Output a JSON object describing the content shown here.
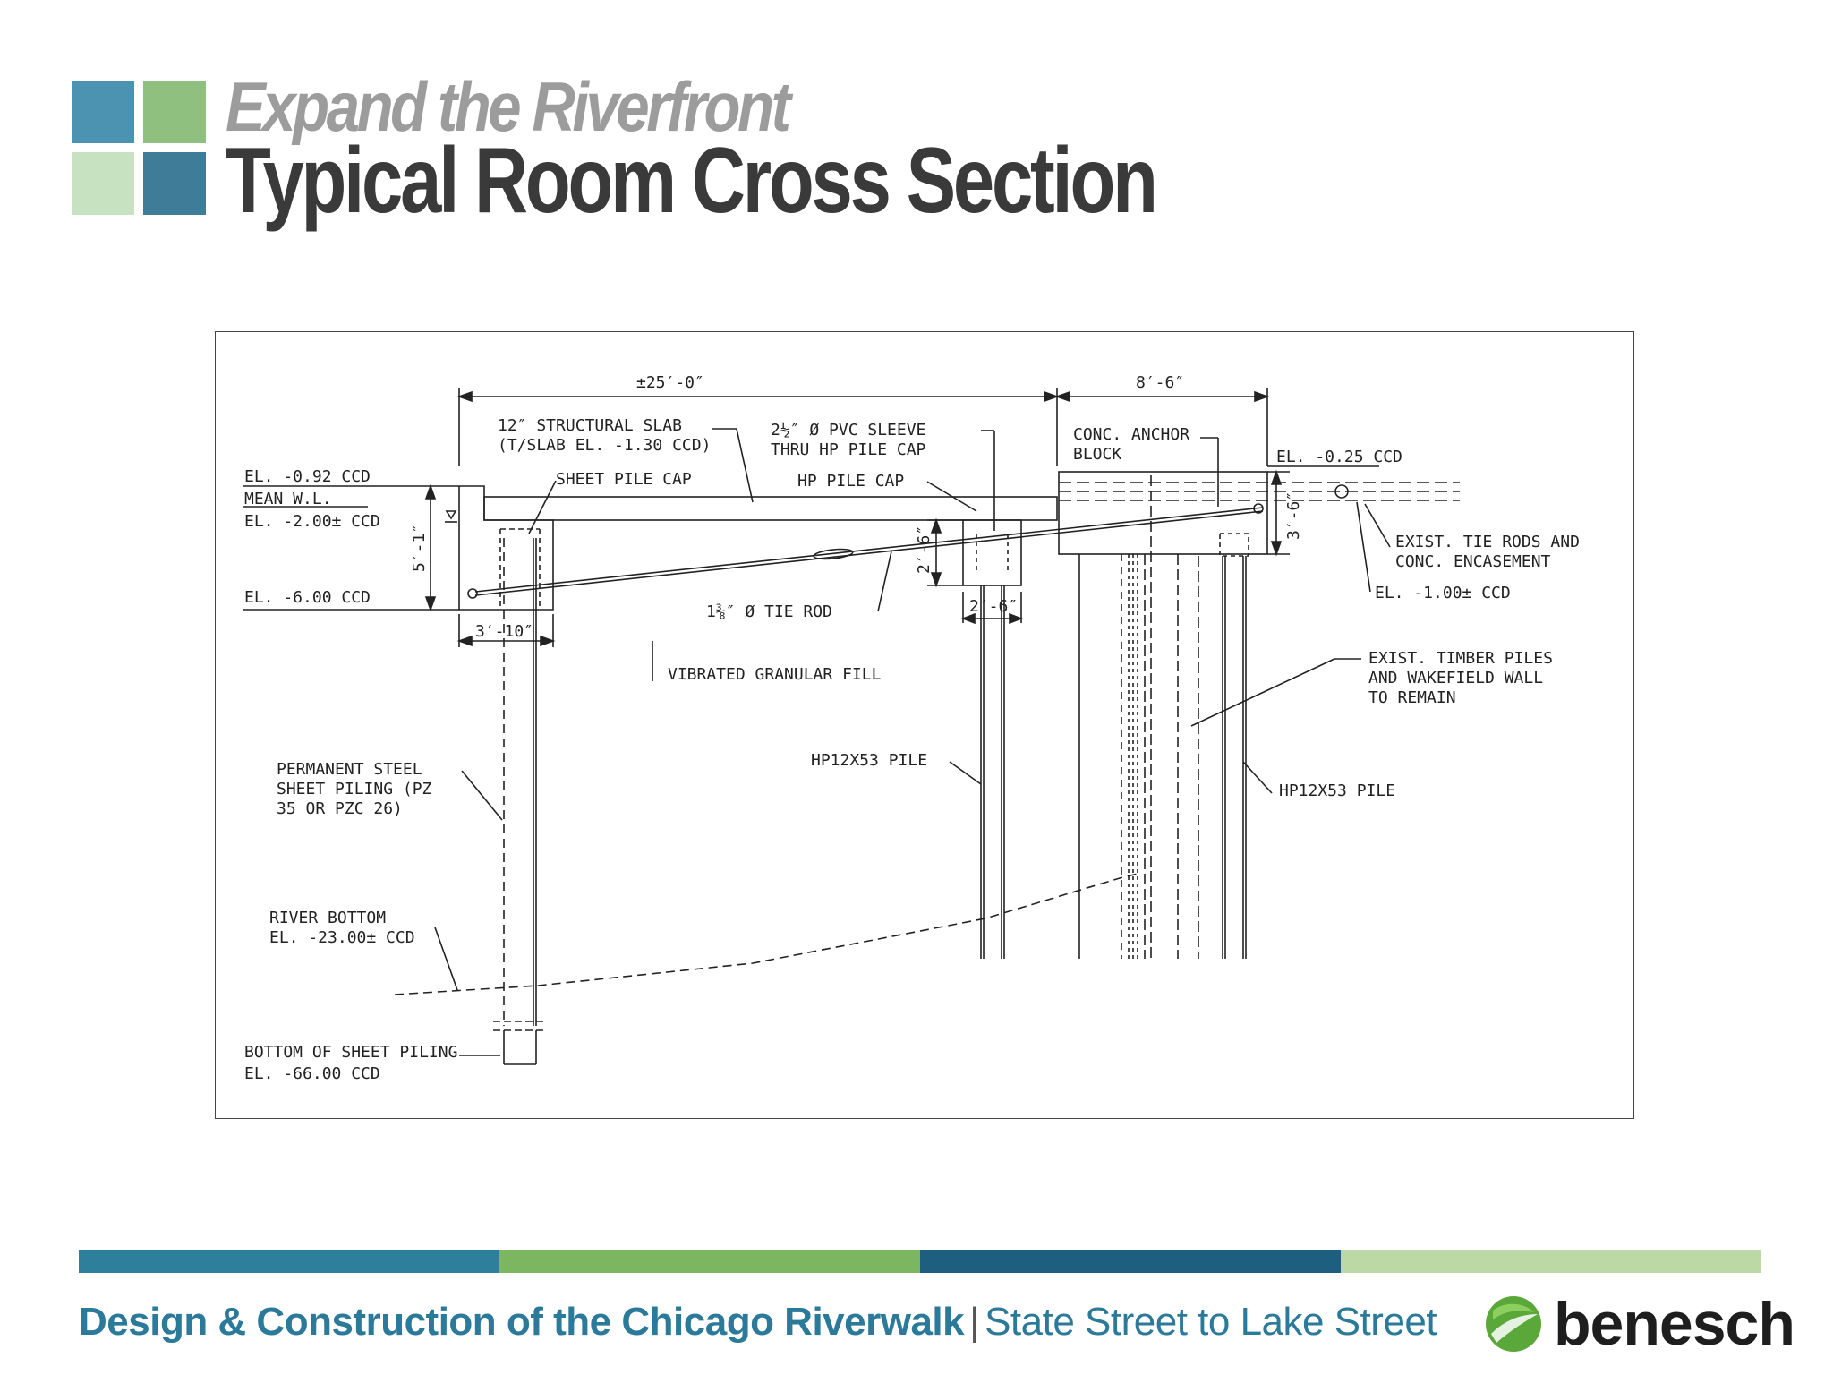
{
  "header": {
    "subtitle": "Expand the Riverfront",
    "title": "Typical Room Cross Section"
  },
  "colors": {
    "blue": "#4b93b1",
    "green": "#8fc07f",
    "light_green": "#c7e2c0",
    "dark_blue": "#3f7c98",
    "band_1": "#2e7f9c",
    "band_2": "#7cb661",
    "band_3": "#1e5f80",
    "band_4": "#bcd8a4"
  },
  "drawing": {
    "dim_top_left": "±25′-0″",
    "dim_top_right": "8′-6″",
    "slab_note_1": "12″ STRUCTURAL SLAB",
    "slab_note_2": "(T/SLAB EL. -1.30 CCD)",
    "sleeve_note_1": "2½″ Ø PVC SLEEVE",
    "sleeve_note_2": "THRU HP PILE CAP",
    "anchor_note_1": "CONC. ANCHOR",
    "anchor_note_2": "BLOCK",
    "el_top_right": "EL. -0.25 CCD",
    "el_left_1": "EL. -0.92 CCD",
    "mean_wl": "MEAN W.L.",
    "el_left_2": "EL. -2.00± CCD",
    "sheet_pile_cap": "SHEET PILE CAP",
    "hp_pile_cap": "HP PILE CAP",
    "dim_5_1": "5′-1″",
    "dim_2_6_vert": "2′-6″",
    "dim_3_6": "3′-6″",
    "tie_rods_note_1": "EXIST. TIE RODS AND",
    "tie_rods_note_2": "CONC. ENCASEMENT",
    "el_right_2": "EL. -1.00± CCD",
    "el_left_3": "EL. -6.00 CCD",
    "tie_rod": "1⅜″ Ø TIE ROD",
    "dim_2_6_horiz": "2′-6″",
    "dim_3_10": "3′-10″",
    "granular_fill": "VIBRATED GRANULAR FILL",
    "timber_note_1": "EXIST. TIMBER PILES",
    "timber_note_2": "AND WAKEFIELD WALL",
    "timber_note_3": "TO REMAIN",
    "hp_pile_left": "HP12X53 PILE",
    "hp_pile_right": "HP12X53 PILE",
    "steel_note_1": "PERMANENT STEEL",
    "steel_note_2": "SHEET PILING (PZ",
    "steel_note_3": "35 OR PZC 26)",
    "river_note_1": "RIVER BOTTOM",
    "river_note_2": "EL. -23.00± CCD",
    "bottom_note_1": "BOTTOM OF SHEET PILING",
    "bottom_note_2": "EL. -66.00 CCD"
  },
  "footer": {
    "project": "Design & Construction of the Chicago Riverwalk",
    "separator": "|",
    "reach": "State Street to Lake Street",
    "brand": "benesch"
  }
}
